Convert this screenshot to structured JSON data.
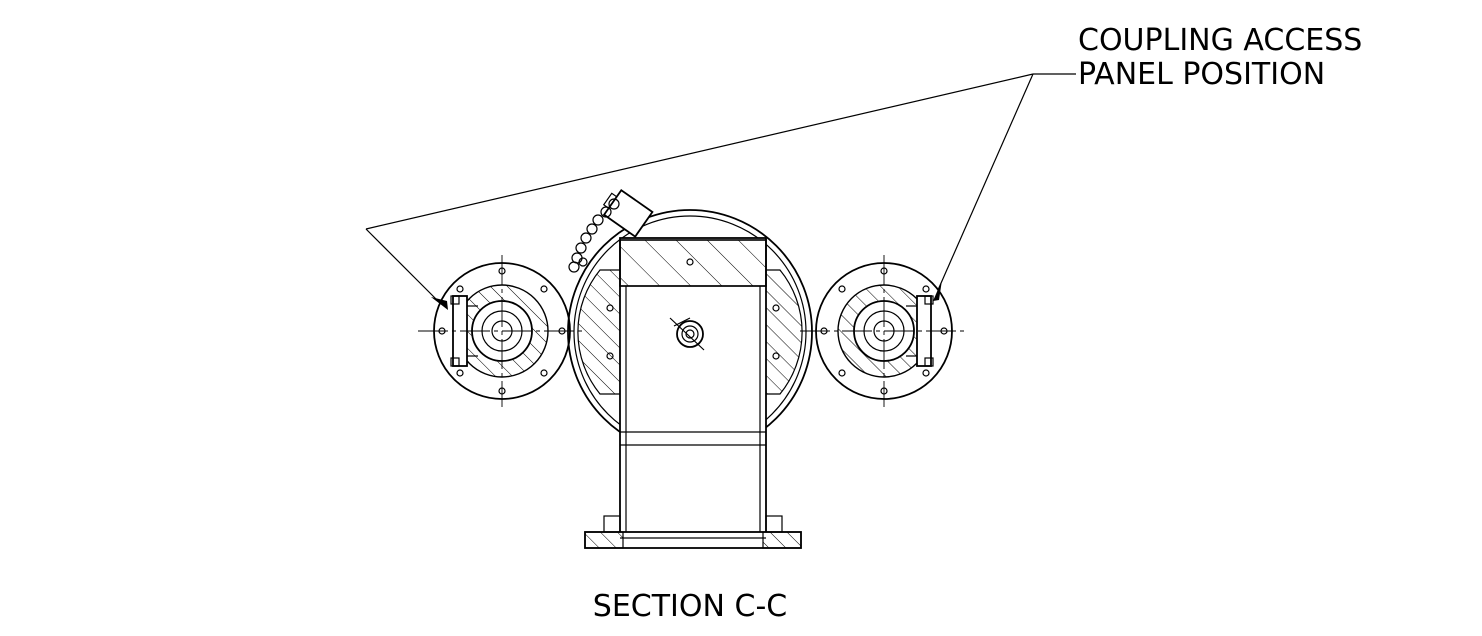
{
  "callout": {
    "line1": "COUPLING ACCESS",
    "line2": "PANEL POSITION"
  },
  "section_label": "SECTION C-C"
}
